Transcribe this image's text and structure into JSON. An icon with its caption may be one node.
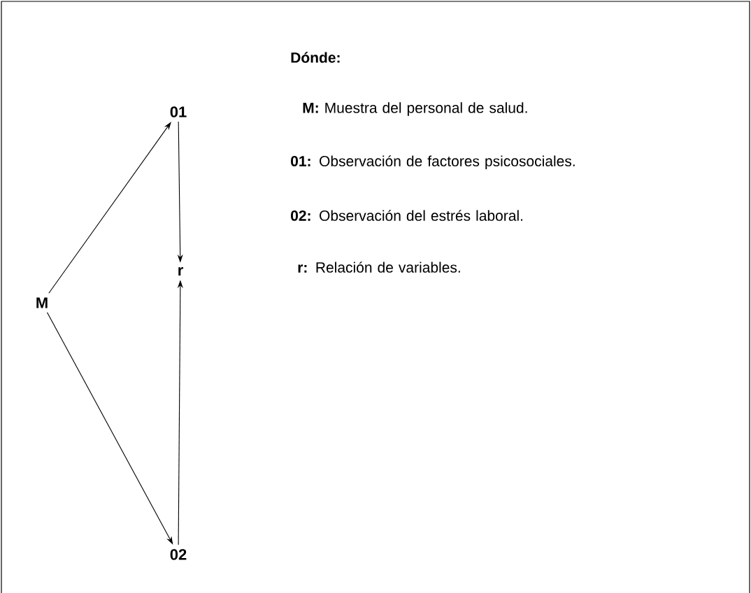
{
  "diagram": {
    "nodes": [
      {
        "text": [
          "M"
        ]
      },
      {
        "text": [
          "01"
        ]
      },
      {
        "text": [
          "r"
        ]
      },
      {
        "text": [
          "02"
        ]
      }
    ],
    "edges": [
      {
        "from": 0,
        "to": 1,
        "arrow": "to"
      },
      {
        "from": 1,
        "to": 2,
        "arrow": "to"
      },
      {
        "from": 0,
        "to": 3,
        "arrow": "to"
      },
      {
        "from": 3,
        "to": 2,
        "arrow": "to"
      }
    ],
    "labels": [
      "Dónde:",
      "**M:** Muestra del personal de salud.",
      "**01:** Observación de factores psicosociales.",
      "**02:** Observación del estrés laboral.",
      "**r:** Relación de variables."
    ]
  }
}
